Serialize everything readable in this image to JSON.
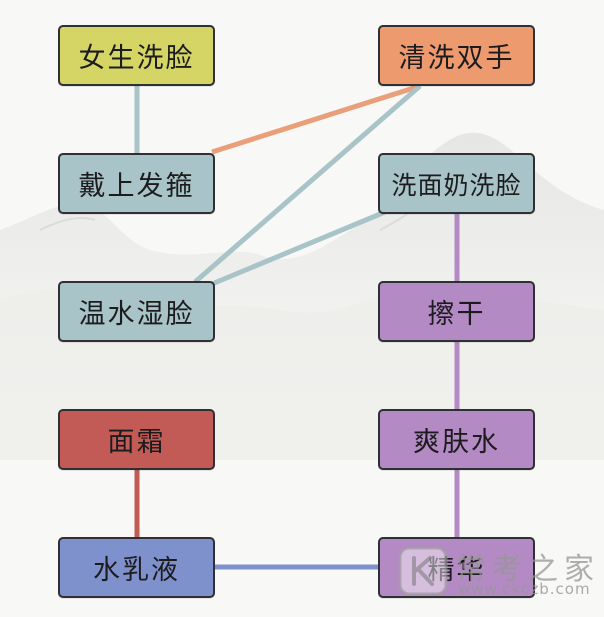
{
  "colors": {
    "yellow": "#d4d564",
    "orange": "#ee9a6f",
    "teal": "#a9c4c8",
    "purple": "#b48ac4",
    "red": "#c25a55",
    "blue": "#7f91cc",
    "line_orange": "#e9a07a",
    "line_teal": "#a9c4c8",
    "line_purple": "#b48ac4",
    "line_red": "#c25a55",
    "line_blue": "#7f91cc"
  },
  "boxes": {
    "girl_wash_face": "女生洗脸",
    "wash_hands": "清洗双手",
    "wear_headband": "戴上发箍",
    "cleanser_wash": "洗面奶洗脸",
    "warm_water_wet_face": "温水湿脸",
    "dry": "擦干",
    "face_cream": "面霜",
    "toner": "爽肤水",
    "lotion": "水乳液",
    "essence": "精华"
  },
  "watermark": {
    "title": "常考之家",
    "url": "www.ckczb.com"
  }
}
